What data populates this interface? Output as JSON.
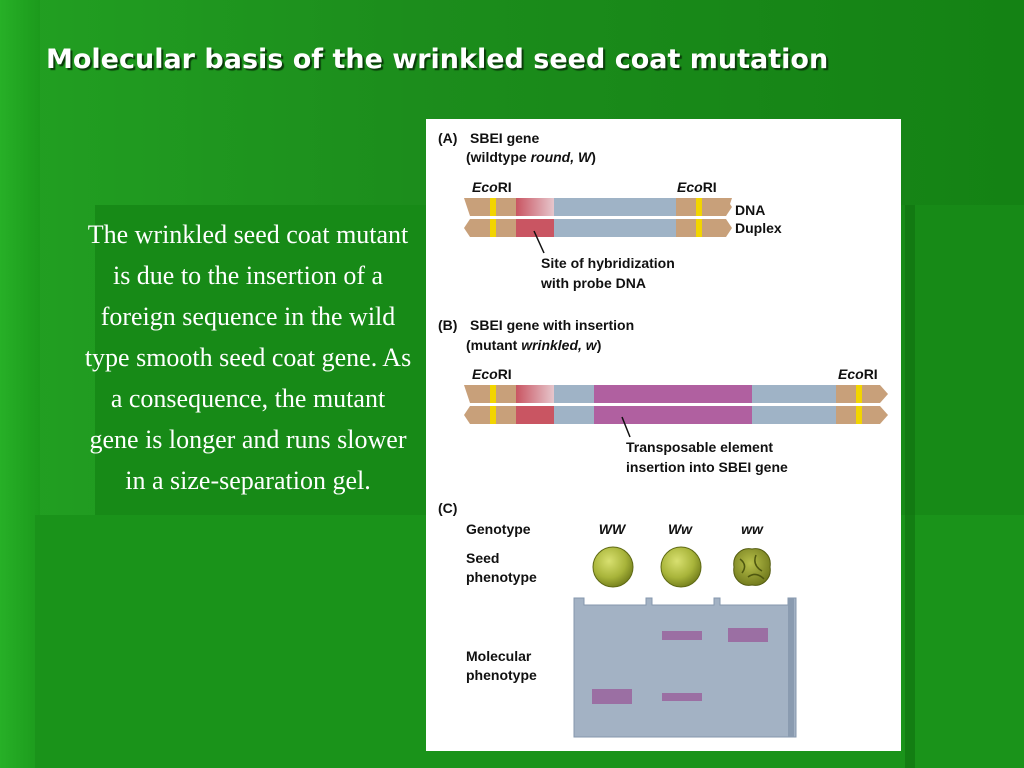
{
  "slide": {
    "title": "Molecular basis of the wrinkled seed coat mutation",
    "body": "The wrinkled seed coat mutant is due to the insertion of a foreign sequence in the wild type smooth seed coat gene. As a consequence, the mutant gene is longer and runs slower in a size-separation gel."
  },
  "figure": {
    "panel_a": {
      "letter": "(A)",
      "title": "SBEI gene",
      "sub_prefix": "(wildtype ",
      "sub_italic": "round, W",
      "sub_suffix": ")",
      "site_left": {
        "italic": "Eco",
        "normal": "RI"
      },
      "site_right": {
        "italic": "Eco",
        "normal": "RI"
      },
      "dna_label_1": "DNA",
      "dna_label_2": "Duplex",
      "callout_1": "Site of hybridization",
      "callout_2": "with probe DNA"
    },
    "panel_b": {
      "letter": "(B)",
      "title": "SBEI gene with insertion",
      "sub_prefix": "(mutant ",
      "sub_italic": "wrinkled, w",
      "sub_suffix": ")",
      "site_left": {
        "italic": "Eco",
        "normal": "RI"
      },
      "site_right": {
        "italic": "Eco",
        "normal": "RI"
      },
      "callout_1": "Transposable element",
      "callout_2": "insertion into SBEI gene"
    },
    "panel_c": {
      "letter": "(C)",
      "genotype_label": "Genotype",
      "seed_label_1": "Seed",
      "seed_label_2": "phenotype",
      "molecular_label_1": "Molecular",
      "molecular_label_2": "phenotype",
      "genotypes": [
        "WW",
        "Ww",
        "ww"
      ]
    },
    "colors": {
      "flank": "#c8a07a",
      "ecori_site": "#f2d400",
      "probe": "#c95562",
      "gene": "#9fb3c6",
      "insertion": "#b060a0",
      "gel": "#a3b2c4",
      "band": "#9b6fa3",
      "seed": "#a8b43a"
    }
  }
}
